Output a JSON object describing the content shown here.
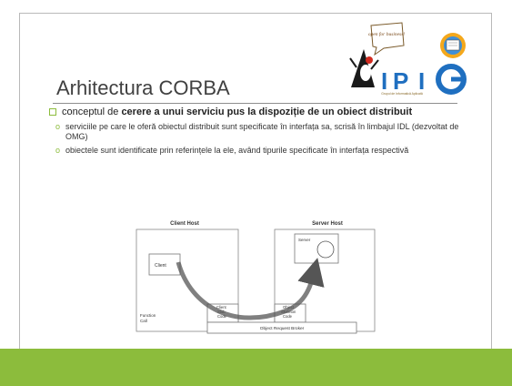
{
  "slide": {
    "title": "Arhitectura CORBA",
    "bullet_main": {
      "text_before": "conceptul de ",
      "bold_text": "cerere a unui serviciu pus la dispoziție de un obiect distribuit"
    },
    "sub_bullets": [
      {
        "text": "serviciile pe care le oferă obiectul distribuit sunt specificate în interfața sa, scrisă în limbajul IDL (dezvoltat de OMG)"
      },
      {
        "text": "obiectele sunt identificate prin referințele la ele, având tipurile specificate în interfața respectivă"
      }
    ],
    "colors": {
      "accent": "#8cbc3c",
      "title": "#404040"
    }
  },
  "logo": {
    "bubble_text": "open for business!",
    "letters": [
      "I",
      "P",
      "I"
    ],
    "caption": "Grupul de Informatică Aplicată",
    "icons": [
      "coffee-cup-icon",
      "document-disc-icon",
      "swirl-icon"
    ]
  },
  "diagram": {
    "client_host": "Client Host",
    "server_host": "Server Host",
    "client": "Client",
    "server": "Server",
    "client_stub": [
      "Client",
      "Stub",
      "Code"
    ],
    "object_skeleton": [
      "Object",
      "Skeleton",
      "Code"
    ],
    "orb": "Object Request Broker",
    "function_call": [
      "Function",
      "Call"
    ]
  }
}
